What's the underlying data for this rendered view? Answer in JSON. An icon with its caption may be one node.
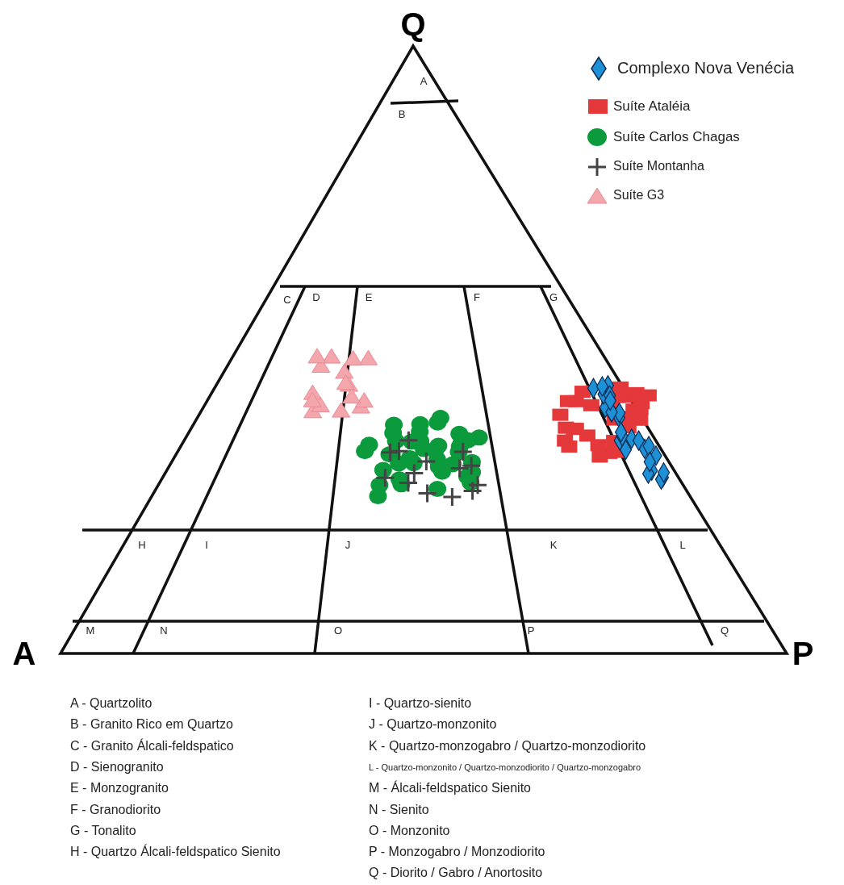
{
  "diagram": {
    "labels": [
      "Q",
      "A",
      "B",
      "C",
      "D",
      "E",
      "F",
      "G",
      "H",
      "I",
      "J",
      "K",
      "L",
      "M",
      "N",
      "O",
      "P",
      "Q",
      "A",
      "P",
      "A - Quartzolito",
      "B - Granito Rico em Quartzo",
      "C - Granito Álcali-feldspatico",
      "D - Sienogranito",
      "E - Monzogranito",
      "F - Granodiorito",
      "G - Tonalito",
      "H - Quartzo Álcali-feldspatico Sienito",
      "I - Quartzo-sienito",
      "J - Quartzo-monzonito",
      "K - Quartzo-monzogabro / Quartzo-monzodiorito",
      "L - Quartzo-monzonito / Quartzo-monzodiorito / Quartzo-monzogabro",
      "M - Álcali-feldspatico Sienito",
      "N - Sienito",
      "O - Monzonito",
      "P - Monzogabro / Monzodiorito",
      "Q - Diorito / Gabro / Anortosito"
    ],
    "legend": [
      {
        "text": "Complexo Nova Venécia"
      },
      {
        "text": "Suíte Ataléia"
      },
      {
        "text": "Suíte Carlos Chagas"
      },
      {
        "text": "Suíte Montanha"
      },
      {
        "text": "Suíte G3"
      }
    ]
  }
}
